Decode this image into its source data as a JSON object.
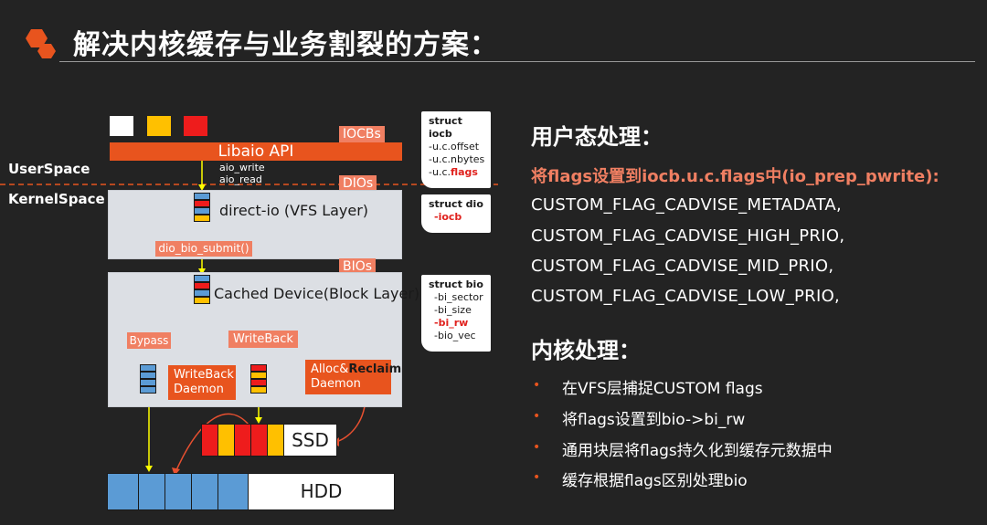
{
  "title": "解决内核缓存与业务割裂的方案：",
  "diagram": {
    "labels": {
      "userspace": "UserSpace",
      "kernelspace": "KernelSpace",
      "libaio_api": "Libaio API",
      "aio_write": "aio_write",
      "aio_read": "aio_read",
      "iocbs": "IOCBs",
      "dios": "DIOs",
      "bios": "BIOs",
      "direct_io": "direct-io (VFS Layer)",
      "dio_bio_submit": "dio_bio_submit()",
      "cached_device": "Cached Device(Block Layer)",
      "bypass": "Bypass",
      "writeback": "WriteBack",
      "writeback_daemon_line1": "WriteBack",
      "writeback_daemon_line2": "Daemon",
      "alloc_prefix": "Alloc&",
      "alloc_reclaim": "Reclaim",
      "alloc_daemon_line2": "Daemon",
      "ssd": "SSD",
      "hdd": "HDD"
    },
    "notes": {
      "iocb": {
        "title": "struct iocb",
        "lines": [
          "-u.c.offset",
          "-u.c.nbytes"
        ],
        "prefix": "-u.c.",
        "highlight": "flags"
      },
      "dio": {
        "title": "struct dio",
        "highlight": "-iocb"
      },
      "bio": {
        "title": "struct bio",
        "lines_before": [
          "-bi_sector",
          "-bi_size"
        ],
        "highlight": "-bi_rw",
        "lines_after": [
          "-bio_vec"
        ]
      }
    },
    "colors": {
      "orange": "#e8541e",
      "salmon": "#f07f62",
      "yellow": "#ffc000",
      "red": "#ee1c1c",
      "blue": "#5b9bd5",
      "arrow_yellow": "#ffff00"
    }
  },
  "right": {
    "user_heading": "用户态处理：",
    "user_subheading": "将flags设置到iocb.u.c.flags中(io_prep_pwrite):",
    "flags": [
      "CUSTOM_FLAG_CADVISE_METADATA,",
      "CUSTOM_FLAG_CADVISE_HIGH_PRIO,",
      "CUSTOM_FLAG_CADVISE_MID_PRIO,",
      "CUSTOM_FLAG_CADVISE_LOW_PRIO,"
    ],
    "kernel_heading": "内核处理：",
    "bullets": [
      "在VFS层捕捉CUSTOM flags",
      "将flags设置到bio->bi_rw",
      "通用块层将flags持久化到缓存元数据中",
      "缓存根据flags区别处理bio"
    ]
  }
}
